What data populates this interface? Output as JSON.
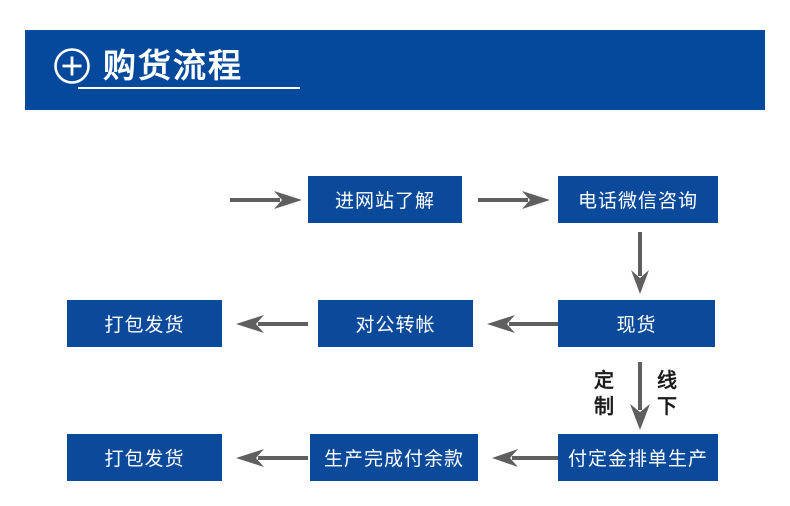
{
  "header": {
    "title": "购货流程",
    "icon": "plus-circle-icon",
    "background_color": "#04499C",
    "text_color": "#FFFFFF"
  },
  "theme": {
    "box_color": "#0B4A9B",
    "box_text_color": "#FFFFFF",
    "arrow_color": "#5F5F5F",
    "page_background": "#FFFFFF",
    "annotation_color": "#1B1B1B"
  },
  "flow": {
    "rows": [
      {
        "id": "row-1",
        "boxes": [
          {
            "id": "box-enter-site",
            "label": "进网站了解"
          },
          {
            "id": "box-phone-wechat",
            "label": "电话微信咨询"
          }
        ]
      },
      {
        "id": "row-2",
        "boxes": [
          {
            "id": "box-pack-ship-1",
            "label": "打包发货"
          },
          {
            "id": "box-transfer",
            "label": "对公转帐"
          },
          {
            "id": "box-in-stock",
            "label": "现货"
          }
        ]
      },
      {
        "id": "row-3",
        "boxes": [
          {
            "id": "box-pack-ship-2",
            "label": "打包发货"
          },
          {
            "id": "box-final-pay",
            "label": "生产完成付余款"
          },
          {
            "id": "box-deposit",
            "label": "付定金排单生产"
          }
        ]
      }
    ],
    "annotations": [
      {
        "id": "label-custom",
        "label": "定制"
      },
      {
        "id": "label-offline",
        "label": "线下"
      }
    ],
    "arrows": [
      {
        "id": "arrow-start-to-site",
        "direction": "right"
      },
      {
        "id": "arrow-site-to-phone",
        "direction": "right"
      },
      {
        "id": "arrow-phone-to-stock",
        "direction": "down"
      },
      {
        "id": "arrow-stock-to-transfer",
        "direction": "left"
      },
      {
        "id": "arrow-transfer-to-pack",
        "direction": "left"
      },
      {
        "id": "arrow-stock-to-deposit",
        "direction": "down"
      },
      {
        "id": "arrow-deposit-to-final",
        "direction": "left"
      },
      {
        "id": "arrow-final-to-pack",
        "direction": "left"
      }
    ]
  }
}
